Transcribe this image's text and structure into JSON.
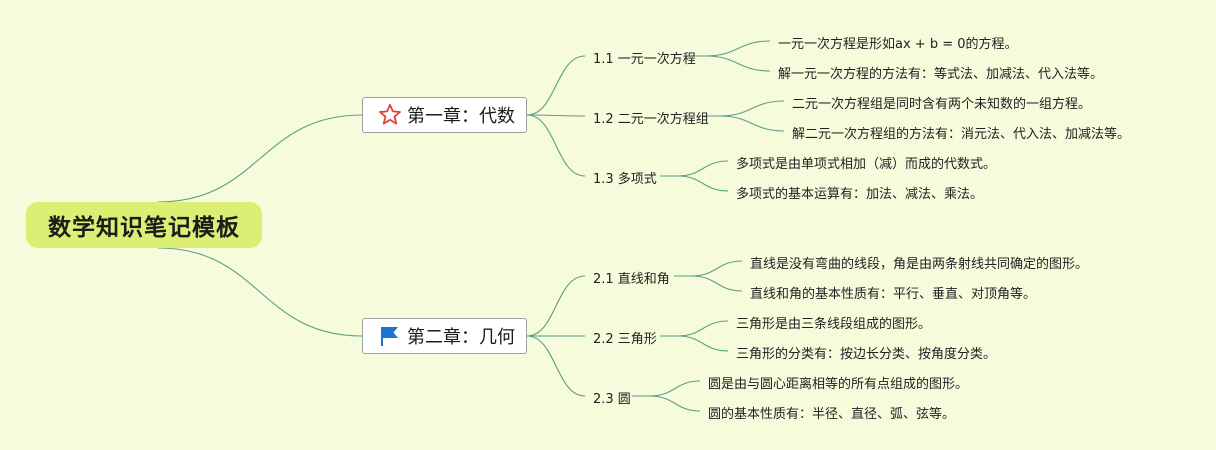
{
  "root": {
    "title": "数学知识笔记模板"
  },
  "chapters": [
    {
      "title": "第一章：代数",
      "icon": "star-icon",
      "sections": [
        {
          "label": "1.1 一元一次方程",
          "notes": [
            "一元一次方程是形如ax + b = 0的方程。",
            "解一元一次方程的方法有：等式法、加减法、代入法等。"
          ]
        },
        {
          "label": "1.2 二元一次方程组",
          "notes": [
            "二元一次方程组是同时含有两个未知数的一组方程。",
            "解二元一次方程组的方法有：消元法、代入法、加减法等。"
          ]
        },
        {
          "label": "1.3 多项式",
          "notes": [
            "多项式是由单项式相加（减）而成的代数式。",
            "多项式的基本运算有：加法、减法、乘法。"
          ]
        }
      ]
    },
    {
      "title": "第二章：几何",
      "icon": "flag-icon",
      "sections": [
        {
          "label": "2.1 直线和角",
          "notes": [
            "直线是没有弯曲的线段，角是由两条射线共同确定的图形。",
            "直线和角的基本性质有：平行、垂直、对顶角等。"
          ]
        },
        {
          "label": "2.2 三角形",
          "notes": [
            "三角形是由三条线段组成的图形。",
            "三角形的分类有：按边长分类、按角度分类。"
          ]
        },
        {
          "label": "2.3 圆",
          "notes": [
            "圆是由与圆心距离相等的所有点组成的图形。",
            "圆的基本性质有：半径、直径、弧、弦等。"
          ]
        }
      ]
    }
  ],
  "colors": {
    "background": "#f6fbdc",
    "root": "#dcee74",
    "line": "#5a9e86",
    "star": "#e0413b",
    "flag": "#1b74d1"
  }
}
